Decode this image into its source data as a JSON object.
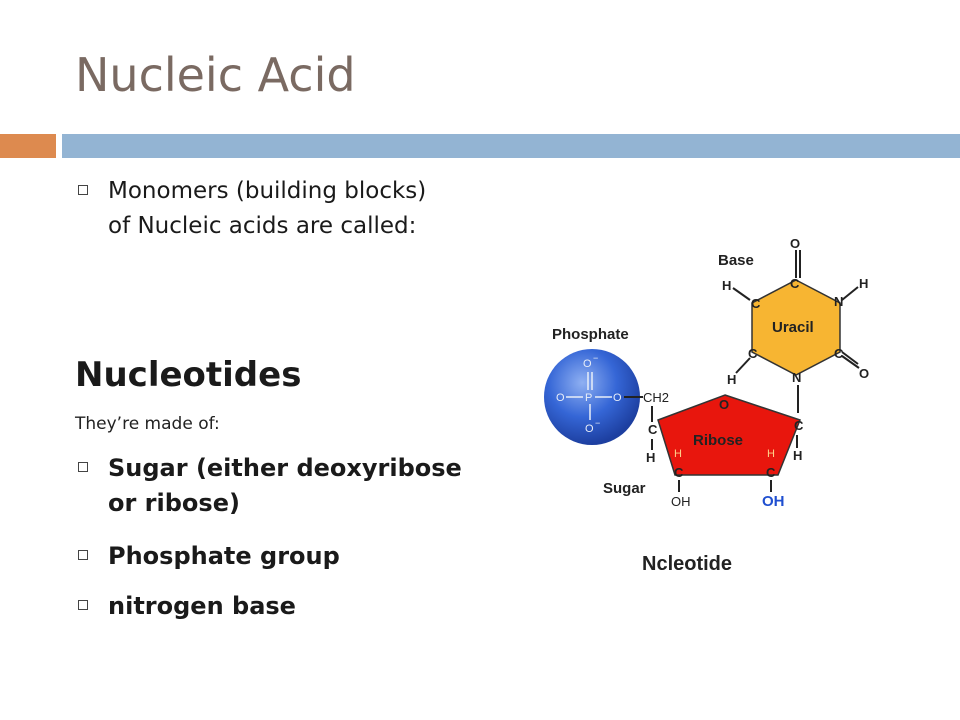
{
  "slide": {
    "title": "Nucleic Acid",
    "intro": "Monomers (building blocks) of Nucleic acids are called:",
    "heading": "Nucleotides",
    "sub": "They’re made of:",
    "items": [
      {
        "label": "Sugar (either deoxyribose or ribose)"
      },
      {
        "label": "Phosphate group"
      },
      {
        "label": "nitrogen base"
      }
    ]
  },
  "diagram": {
    "caption": "Ncleotide",
    "labels": {
      "base": "Base",
      "phosphate": "Phosphate",
      "sugar": "Sugar",
      "uracil": "Uracil",
      "ribose": "Ribose",
      "ch2": "CH2",
      "oh_blue": "OH",
      "oh_black": "OH"
    },
    "colors": {
      "uracil": "#f7b532",
      "ribose": "#e8160d",
      "phosphate": "#2a58c8",
      "oh_blue": "#1f4fd0"
    }
  }
}
